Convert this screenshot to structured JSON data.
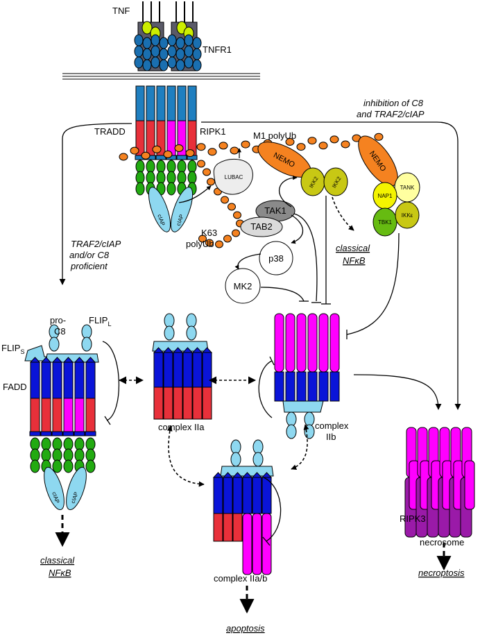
{
  "receptor": {
    "tnf": "TNF",
    "tnfr1": "TNFR1",
    "tradd": "TRADD",
    "ripk1": "RIPK1",
    "m1_polyub": "M1 polyUb",
    "k63_line1": "K63",
    "k63_line2": "polyUb",
    "lubac": "LUBAC",
    "ciap": "cIAP"
  },
  "kinases": {
    "nemo": "NEMO",
    "ikk2": "IKK2",
    "tak1": "TAK1",
    "tab2": "TAB2",
    "p38": "p38",
    "mk2": "MK2",
    "nap1": "NAP1",
    "tank": "TANK",
    "tbk1": "TBK1",
    "ikke": "IKKε"
  },
  "annotations": {
    "inhibition_line1": "inhibition of C8",
    "inhibition_line2": "and TRAF2/cIAP",
    "proficient_line1": "TRAF2/cIAP",
    "proficient_line2": "and/or C8",
    "proficient_line3": "proficient"
  },
  "complex_i": {
    "proc8_line1": "pro-",
    "proc8_line2": "C8",
    "flipl": "FLIP",
    "flipl_sub": "L",
    "flips": "FLIP",
    "flips_sub": "S",
    "fadd": "FADD"
  },
  "complexes": {
    "iia": "complex IIa",
    "iib_line1": "complex",
    "iib_line2": "IIb",
    "iiab": "complex IIa/b",
    "ripk3": "RIPK3",
    "necrosome": "necrosome"
  },
  "outcomes": {
    "nfkb_line1": "classical",
    "nfkb_line2": "NFκB",
    "apoptosis": "apoptosis",
    "necroptosis": "necroptosis"
  },
  "colors": {
    "tnf": "#ccee00",
    "tnfr1_body": "#5a5a68",
    "tnfr1_beads": "#1a6fb0",
    "tradd": "#1f7fc0",
    "red": "#e8303a",
    "magenta": "#ff00ff",
    "green": "#22aa11",
    "ciap": "#8ed8f0",
    "blue_complex": "#0a14d8",
    "orange": "#f58220",
    "ikk": "#c8c814",
    "yellow": "#f4f400",
    "tbk1": "#66bb11",
    "purple": "#9a1aa8",
    "gray_dark": "#8a8a8a",
    "gray_light": "#dadada"
  }
}
